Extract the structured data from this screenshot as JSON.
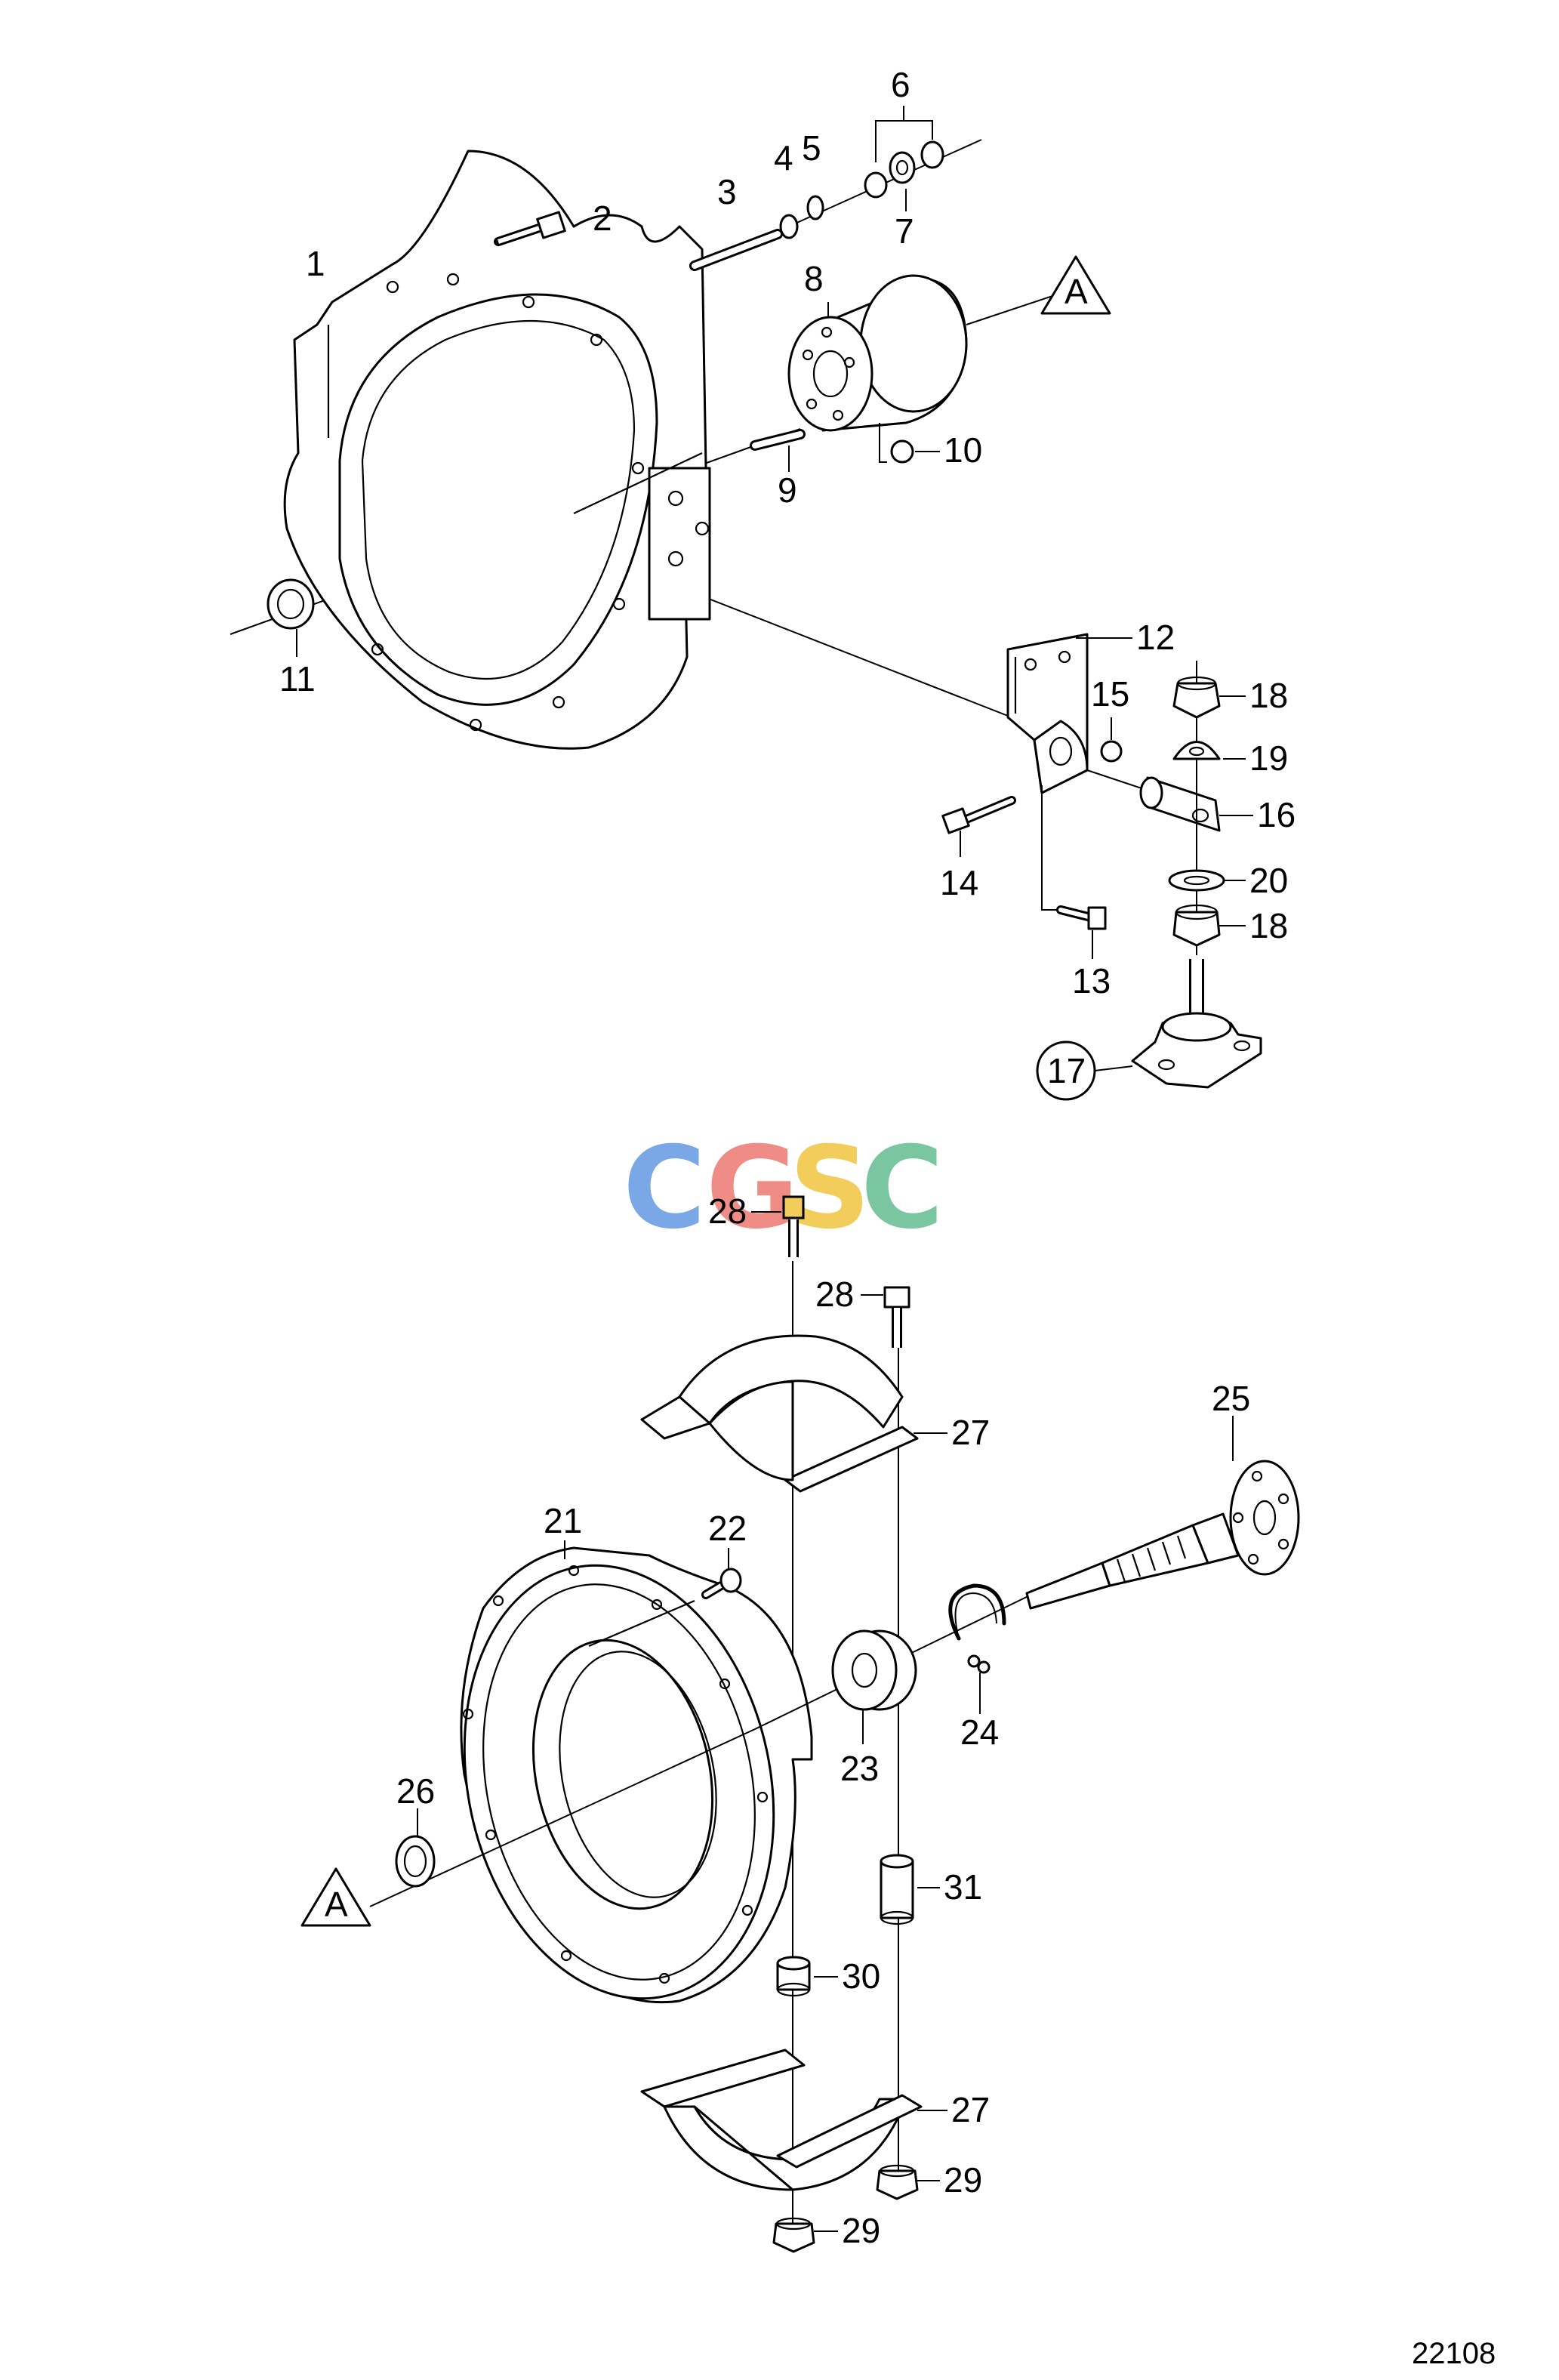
{
  "document_number": "22108",
  "reference_marker": "A",
  "logo": {
    "letters": [
      "C",
      "G",
      "S",
      "C"
    ],
    "colors": [
      "#7aa7e6",
      "#ef8c86",
      "#f3cd5b",
      "#7ac6a0"
    ]
  },
  "callouts": {
    "c1": "1",
    "c2": "2",
    "c3": "3",
    "c4": "4",
    "c5": "5",
    "c6": "6",
    "c7": "7",
    "c8": "8",
    "c9": "9",
    "c10": "10",
    "c11": "11",
    "c12": "12",
    "c13": "13",
    "c14": "14",
    "c15": "15",
    "c16": "16",
    "c17": "17",
    "c18a": "18",
    "c18b": "18",
    "c19": "19",
    "c20": "20",
    "c21": "21",
    "c22": "22",
    "c23": "23",
    "c24": "24",
    "c25": "25",
    "c26": "26",
    "c27a": "27",
    "c27b": "27",
    "c28a": "28",
    "c28b": "28",
    "c29a": "29",
    "c29b": "29",
    "c30": "30",
    "c31": "31"
  }
}
